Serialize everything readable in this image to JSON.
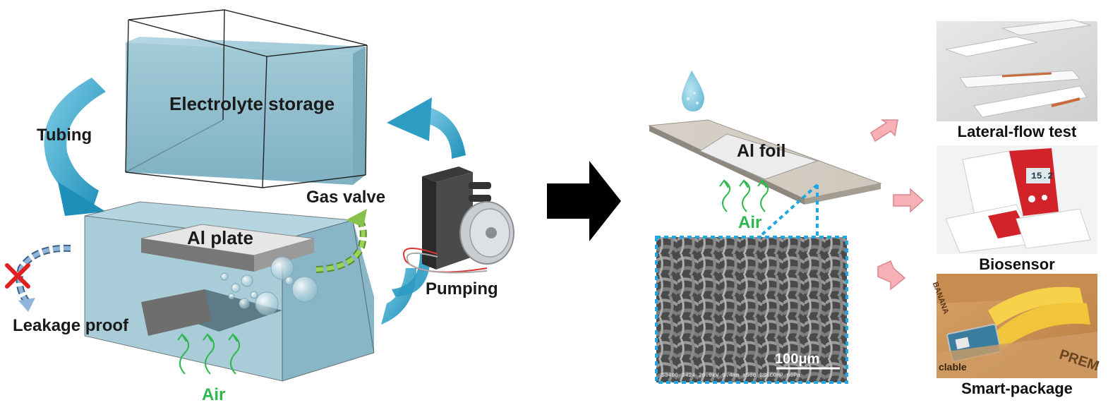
{
  "left_system": {
    "storage_label": "Electrolyte storage",
    "tubing_label": "Tubing",
    "plate_label": "Al plate",
    "gas_valve_label": "Gas valve",
    "pumping_label": "Pumping",
    "leakage_label": "Leakage proof",
    "air_label": "Air"
  },
  "right_system": {
    "foil_label": "Al foil",
    "air_label": "Air",
    "sem": {
      "scale_label": "100μm",
      "info_text": "S3400-3424 20.0kV 9.4mm x500 BSECOMP 60Pa"
    }
  },
  "applications": [
    {
      "caption": "Lateral-flow test"
    },
    {
      "caption": "Biosensor",
      "display_value": "15.2"
    },
    {
      "caption": "Smart-package",
      "box_text": "BANANA",
      "box_text2": "PREM",
      "box_text3": "clable"
    }
  ],
  "colors": {
    "water": "#8fbfcf",
    "curved_arrow": "#3aa6c8",
    "air_green": "#2db84b",
    "sem_border": "#1ea7e0",
    "pink_arrow": "#f4a0a8",
    "leakage_cross": "#e02020"
  }
}
